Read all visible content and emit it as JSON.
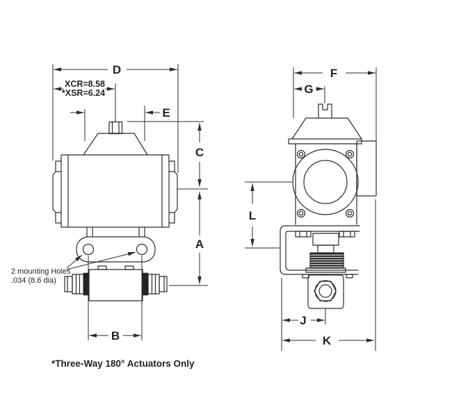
{
  "drawing": {
    "title": "actuator-dimension-drawing",
    "line_color": "#2d2a28",
    "background": "#ffffff",
    "front_view": {
      "dims": {
        "d": "D",
        "xcr": "XCR=8.58",
        "xsr": "*XSR=6.24",
        "e": "E",
        "c": "C",
        "a": "A",
        "b": "B"
      },
      "note": {
        "line1": "2 mounting Holes",
        "line2": ".034 (8.6 dia)"
      }
    },
    "side_view": {
      "dims": {
        "f": "F",
        "g": "G",
        "l": "L",
        "j": "J",
        "k": "K"
      }
    },
    "footnote": "*Three-Way 180° Actuators Only"
  }
}
